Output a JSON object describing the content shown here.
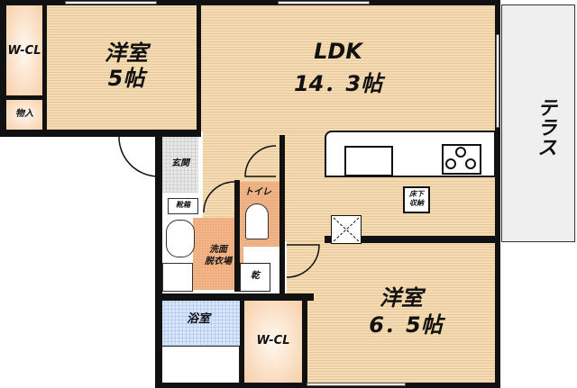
{
  "floor_plan": {
    "rooms": {
      "western_room_1": {
        "name": "洋室",
        "size": "5帖"
      },
      "ldk": {
        "name": "LDK",
        "size": "14．3帖"
      },
      "western_room_2": {
        "name": "洋室",
        "size": "6．5帖"
      },
      "walk_in_closet_1": {
        "name": "W-CL"
      },
      "walk_in_closet_2": {
        "name": "W-CL"
      },
      "storage": {
        "name": "物入"
      },
      "entrance": {
        "name": "玄関"
      },
      "shoe_box": {
        "name": "靴箱"
      },
      "toilet": {
        "name": "トイレ"
      },
      "washroom": {
        "line1": "洗面",
        "line2": "脱衣場"
      },
      "dryer": {
        "name": "乾"
      },
      "bathroom": {
        "name": "浴室"
      },
      "underfloor_storage": {
        "line1": "床下",
        "line2": "収納"
      },
      "terrace": {
        "name": "テラス"
      }
    },
    "colors": {
      "flooring": "#f6dcb3",
      "closet": "#f7cfa8",
      "washroom": "#f2b486",
      "bathroom_tile": "#dbe8fb",
      "entrance_tile": "#e9e9e9",
      "terrace": "#efefef",
      "wall": "#111111"
    }
  }
}
